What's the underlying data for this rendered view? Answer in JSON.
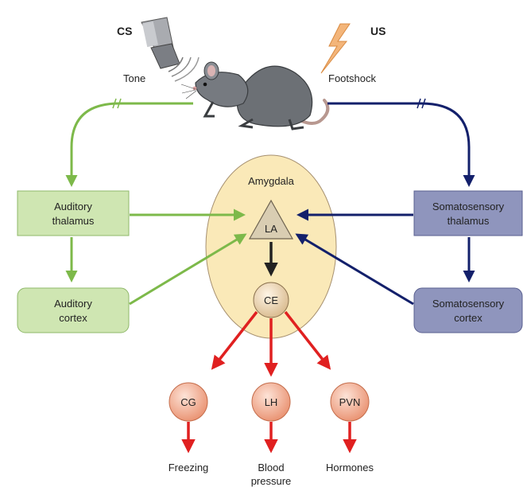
{
  "stimuli": {
    "cs_label": "CS",
    "cs_name": "Tone",
    "us_label": "US",
    "us_name": "Footshock"
  },
  "boxes": {
    "auditory_thalamus": [
      "Auditory",
      "thalamus"
    ],
    "auditory_cortex": [
      "Auditory",
      "cortex"
    ],
    "somatosensory_thalamus": [
      "Somatosensory",
      "thalamus"
    ],
    "somatosensory_cortex": [
      "Somatosensory",
      "cortex"
    ]
  },
  "amygdala": {
    "label": "Amygdala",
    "la": "LA",
    "ce": "CE"
  },
  "outputs": [
    {
      "nucleus": "CG",
      "response": [
        "Freezing"
      ]
    },
    {
      "nucleus": "LH",
      "response": [
        "Blood",
        "pressure"
      ]
    },
    {
      "nucleus": "PVN",
      "response": [
        "Hormones"
      ]
    }
  ],
  "colors": {
    "auditory_path": "#7db94a",
    "somatosensory_path": "#13206b",
    "output_path": "#e02020",
    "auditory_box": "#cfe6b2",
    "somatosensory_box": "#8f95bd",
    "amygdala_fill": "#fae9b8",
    "nucleus_fill": "#f2b79f"
  },
  "icons": [
    "speaker-icon",
    "lightning-icon",
    "rat-icon"
  ]
}
